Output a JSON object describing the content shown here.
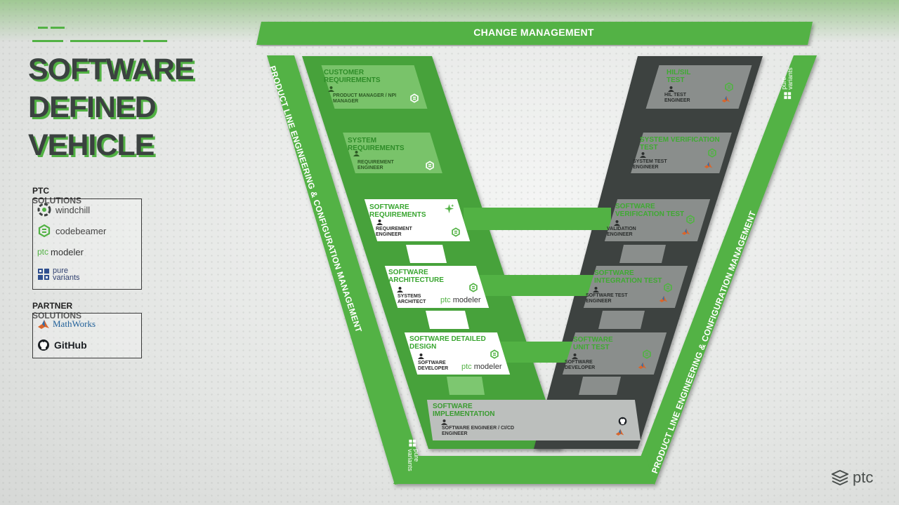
{
  "title_lines": [
    "SOFTWARE",
    "DEFINED",
    "VEHICLE"
  ],
  "ptc_solutions": {
    "heading": "PTC SOLUTIONS",
    "items": [
      "windchill",
      "codebeamer",
      "modeler",
      "pure",
      "variants"
    ]
  },
  "partner_solutions": {
    "heading": "PARTNER SOLUTIONS",
    "items": [
      "MathWorks",
      "GitHub"
    ]
  },
  "band_top": "CHANGE MANAGEMENT",
  "band_side": "PRODUCT LINE ENGINEERING & CONFIGURATION MANAGEMENT",
  "left_stages": [
    {
      "title": "CUSTOMER REQUIREMENTS",
      "role": "PRODUCT MANAGER / NPI MANAGER"
    },
    {
      "title": "SYSTEM REQUIREMENTS",
      "role": "REQUIREMENT ENGINEER"
    },
    {
      "title": "SOFTWARE REQUIREMENTS",
      "role": "REQUIREMENT ENGINEER"
    },
    {
      "title": "SOFTWARE ARCHITECTURE",
      "role": "SYSTEMS ARCHITECT"
    },
    {
      "title": "SOFTWARE DETAILED DESIGN",
      "role": "SOFTWARE DEVELOPER"
    }
  ],
  "right_stages": [
    {
      "title": "HIL/SIL TEST",
      "role": "HIL TEST ENGINEER"
    },
    {
      "title": "SYSTEM VERIFICATION TEST",
      "role": "SYSTEM TEST ENGINEER"
    },
    {
      "title": "SOFTWARE VERIFICATION TEST",
      "role": "VALIDATION ENGINEER"
    },
    {
      "title": "SOFTWARE INTEGRATION TEST",
      "role": "SOFTWARE TEST ENGINEER"
    },
    {
      "title": "SOFTWARE UNIT TEST",
      "role": "SOFTWARE DEVELOPER"
    }
  ],
  "bottom_stage": {
    "title": "SOFTWARE IMPLEMENTATION",
    "role": "SOFTWARE ENGINEER / CI/CD ENGINEER"
  },
  "ptc_prefix": "ptc",
  "modeler_word": "modeler",
  "pv_words": [
    "pure",
    "variants"
  ],
  "brand_logo": "ptc",
  "colors": {
    "green": "#52b244",
    "dark_green": "#3a9b30",
    "dark_grey": "#3d4241",
    "title_text": "#3b4240"
  },
  "icons": [
    "codebeamer-icon",
    "sparkle-icon",
    "mathworks-icon",
    "github-icon",
    "person-icon",
    "pure-variants-icon",
    "ptc-logo-icon",
    "windchill-icon"
  ]
}
